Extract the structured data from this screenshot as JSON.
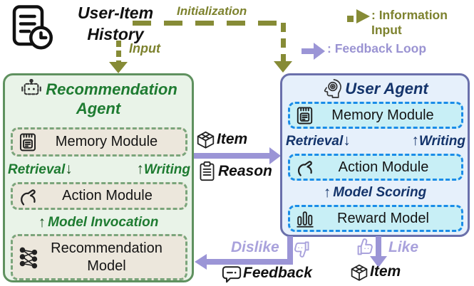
{
  "header": {
    "history_line1": "User-Item",
    "history_line2": "History",
    "initialization": "Initialization",
    "input": "Input"
  },
  "legend": {
    "information_input": ": Information Input",
    "feedback_loop": ": Feedback Loop"
  },
  "recommendation_agent": {
    "title_line1": "Recommendation",
    "title_line2": "Agent",
    "memory_module": "Memory Module",
    "retrieval": "Retrieval",
    "writing": "Writing",
    "action_module": "Action Module",
    "model_invocation": "Model Invocation",
    "model_line1": "Recommendation",
    "model_line2": "Model"
  },
  "user_agent": {
    "title": "User Agent",
    "memory_module": "Memory Module",
    "retrieval": "Retrieval",
    "writing": "Writing",
    "action_module": "Action Module",
    "model_scoring": "Model Scoring",
    "reward_model": "Reward Model"
  },
  "flows": {
    "item": "Item",
    "reason": "Reason",
    "dislike": "Dislike",
    "like": "Like",
    "feedback": "Feedback",
    "item_bottom": "Item"
  },
  "glyphs": {
    "arrow_down": "↓",
    "arrow_up": "↑"
  },
  "colors": {
    "information_input_accent": "#868b36",
    "feedback_loop_accent": "#9b95d6",
    "recommendation_agent_accent": "#1e7b31",
    "user_agent_accent": "#14346b"
  }
}
